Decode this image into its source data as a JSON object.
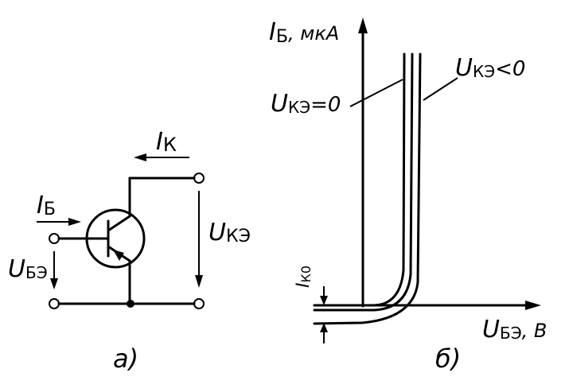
{
  "figure_a": {
    "caption": "а)",
    "labels": {
      "ik_main": "I",
      "ik_sub": "К",
      "ib_main": "I",
      "ib_sub": "Б",
      "ube_main": "U",
      "ube_sub": "БЭ",
      "uke_main": "U",
      "uke_sub": "КЭ"
    }
  },
  "figure_b": {
    "caption": "б)",
    "y_axis_label_main": "I",
    "y_axis_label_sub": "Б",
    "y_axis_unit": ", мкА",
    "x_axis_label_main": "U",
    "x_axis_label_sub": "БЭ",
    "x_axis_unit": ", В",
    "curve_label_zero_main": "U",
    "curve_label_zero_sub": "КЭ",
    "curve_label_zero_cond": "=0",
    "curve_label_neg_main": "U",
    "curve_label_neg_sub": "КЭ",
    "curve_label_neg_cond": "<0",
    "ik0_label": "I",
    "ik0_sub": "К0"
  }
}
